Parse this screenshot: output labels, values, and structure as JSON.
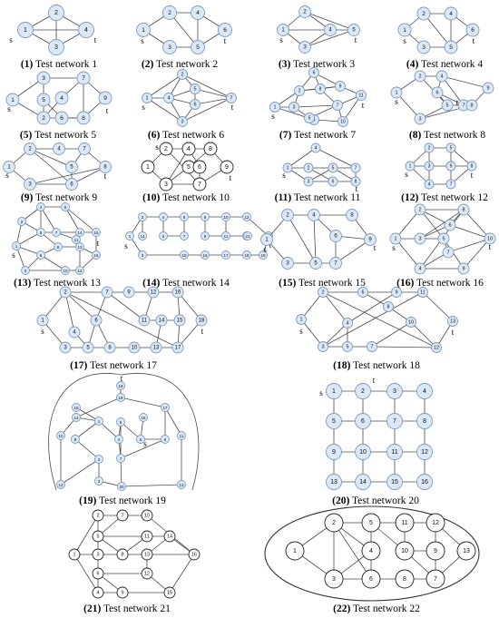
{
  "style": {
    "node_fill": "#dbe8f6",
    "node_stroke": "#7a9cc6",
    "edge_color": "#4a4a4a"
  },
  "panels": [
    {
      "id": 1,
      "caption_num": "(1)",
      "caption_text": "Test network 1",
      "nodes": [
        {
          "l": "1"
        },
        {
          "l": "2"
        },
        {
          "l": "3"
        },
        {
          "l": "4"
        }
      ],
      "s": "s",
      "t": "t"
    },
    {
      "id": 2,
      "caption_num": "(2)",
      "caption_text": "Test network 2",
      "nodes": [
        {
          "l": "1"
        },
        {
          "l": "2"
        },
        {
          "l": "3"
        },
        {
          "l": "4"
        },
        {
          "l": "5"
        },
        {
          "l": "6"
        }
      ],
      "s": "s",
      "t": "t"
    },
    {
      "id": 3,
      "caption_num": "(3)",
      "caption_text": "Test network 3",
      "nodes": [
        {
          "l": "1"
        },
        {
          "l": "2"
        },
        {
          "l": "3"
        },
        {
          "l": "4"
        },
        {
          "l": "5"
        }
      ],
      "s": "s",
      "t": "t"
    },
    {
      "id": 4,
      "caption_num": "(4)",
      "caption_text": "Test network 4",
      "nodes": [
        {
          "l": "1"
        },
        {
          "l": "2"
        },
        {
          "l": "3"
        },
        {
          "l": "4"
        },
        {
          "l": "5"
        },
        {
          "l": "6"
        }
      ],
      "s": "s",
      "t": "t"
    },
    {
      "id": 5,
      "caption_num": "(5)",
      "caption_text": "Test network 5",
      "nodes": [
        {
          "l": "1"
        },
        {
          "l": "2"
        },
        {
          "l": "3"
        },
        {
          "l": "4"
        },
        {
          "l": "5"
        },
        {
          "l": "6"
        },
        {
          "l": "7"
        },
        {
          "l": "8"
        },
        {
          "l": "9"
        }
      ],
      "s": "s",
      "t": "t"
    },
    {
      "id": 6,
      "caption_num": "(6)",
      "caption_text": "Test network 6",
      "nodes": [
        {
          "l": "1"
        },
        {
          "l": "2"
        },
        {
          "l": "3"
        },
        {
          "l": "4"
        },
        {
          "l": "5"
        },
        {
          "l": "6"
        },
        {
          "l": "7"
        }
      ],
      "s": "s",
      "t": "t"
    },
    {
      "id": 7,
      "caption_num": "(7)",
      "caption_text": "Test network 7",
      "nodes": [
        {
          "l": "1"
        },
        {
          "l": "2"
        },
        {
          "l": "3"
        },
        {
          "l": "4"
        },
        {
          "l": "5"
        },
        {
          "l": "6"
        },
        {
          "l": "7"
        },
        {
          "l": "8"
        },
        {
          "l": "9"
        },
        {
          "l": "10"
        },
        {
          "l": "11"
        }
      ],
      "s": "s",
      "t": "t"
    },
    {
      "id": 8,
      "caption_num": "(8)",
      "caption_text": "Test network 8",
      "nodes": [
        {
          "l": "1"
        },
        {
          "l": "2"
        },
        {
          "l": "3"
        },
        {
          "l": "4"
        },
        {
          "l": "5"
        },
        {
          "l": "6"
        },
        {
          "l": "7"
        },
        {
          "l": "8"
        },
        {
          "l": "9"
        }
      ],
      "s": "s",
      "t": "t"
    },
    {
      "id": 9,
      "caption_num": "(9)",
      "caption_text": "Test network 9",
      "nodes": [
        {
          "l": "1"
        },
        {
          "l": "2"
        },
        {
          "l": "3"
        },
        {
          "l": "4"
        },
        {
          "l": "5"
        },
        {
          "l": "6"
        },
        {
          "l": "7"
        },
        {
          "l": "8"
        }
      ],
      "s": "s",
      "t": "t"
    },
    {
      "id": 10,
      "caption_num": "(10)",
      "caption_text": "Test network 10",
      "nodes": [
        {
          "l": "1"
        },
        {
          "l": "2"
        },
        {
          "l": "3"
        },
        {
          "l": "4"
        },
        {
          "l": "5"
        },
        {
          "l": "6"
        },
        {
          "l": "7"
        },
        {
          "l": "8"
        },
        {
          "l": "9"
        }
      ],
      "s": "s",
      "t": "t"
    },
    {
      "id": 11,
      "caption_num": "(11)",
      "caption_text": "Test network 11",
      "nodes": [
        {
          "l": "1"
        },
        {
          "l": "2"
        },
        {
          "l": "3"
        },
        {
          "l": "4"
        },
        {
          "l": "5"
        },
        {
          "l": "6"
        },
        {
          "l": "7"
        },
        {
          "l": "8"
        }
      ],
      "s": "s",
      "t": "t"
    },
    {
      "id": 12,
      "caption_num": "(12)",
      "caption_text": "Test network 12",
      "nodes": [
        {
          "l": "1"
        },
        {
          "l": "2"
        },
        {
          "l": "3"
        },
        {
          "l": "4"
        },
        {
          "l": "5"
        },
        {
          "l": "6"
        },
        {
          "l": "7"
        },
        {
          "l": "8"
        },
        {
          "l": "9"
        }
      ],
      "s": "s",
      "t": "t"
    },
    {
      "id": 13,
      "caption_num": "(13)",
      "caption_text": "Test network 13",
      "nodes": [
        {
          "l": "1"
        },
        {
          "l": "2"
        },
        {
          "l": "3"
        },
        {
          "l": "4"
        },
        {
          "l": "5"
        },
        {
          "l": "6"
        },
        {
          "l": "7"
        },
        {
          "l": "8"
        },
        {
          "l": "9"
        },
        {
          "l": "10"
        },
        {
          "l": "11"
        },
        {
          "l": "12"
        },
        {
          "l": "13"
        },
        {
          "l": "14"
        },
        {
          "l": "15"
        },
        {
          "l": "16"
        }
      ],
      "s": "s",
      "t": "t"
    },
    {
      "id": 14,
      "caption_num": "(14)",
      "caption_text": "Test network 14",
      "nodes": [
        {
          "l": "1"
        },
        {
          "l": "2"
        },
        {
          "l": "3"
        },
        {
          "l": "4"
        },
        {
          "l": "5"
        },
        {
          "l": "6"
        },
        {
          "l": "7"
        },
        {
          "l": "8"
        },
        {
          "l": "9"
        },
        {
          "l": "10"
        },
        {
          "l": "11"
        },
        {
          "l": "12"
        },
        {
          "l": "13"
        },
        {
          "l": "14"
        },
        {
          "l": "15"
        },
        {
          "l": "16"
        },
        {
          "l": "17"
        },
        {
          "l": "18"
        },
        {
          "l": "19"
        },
        {
          "l": "20"
        },
        {
          "l": "21"
        }
      ],
      "s": "s",
      "t": "t"
    },
    {
      "id": 15,
      "caption_num": "(15)",
      "caption_text": "Test network 15",
      "nodes": [
        {
          "l": "1"
        },
        {
          "l": "2"
        },
        {
          "l": "3"
        },
        {
          "l": "4"
        },
        {
          "l": "5"
        },
        {
          "l": "6"
        },
        {
          "l": "7"
        },
        {
          "l": "8"
        },
        {
          "l": "9"
        }
      ],
      "s": "s",
      "t": "t"
    },
    {
      "id": 16,
      "caption_num": "(16)",
      "caption_text": "Test network 16",
      "nodes": [
        {
          "l": "1"
        },
        {
          "l": "2"
        },
        {
          "l": "3"
        },
        {
          "l": "4"
        },
        {
          "l": "5"
        },
        {
          "l": "6"
        },
        {
          "l": "7"
        },
        {
          "l": "8"
        },
        {
          "l": "9"
        },
        {
          "l": "10"
        }
      ],
      "s": "s",
      "t": "t"
    },
    {
      "id": 17,
      "caption_num": "(17)",
      "caption_text": "Test network 17",
      "nodes": [
        {
          "l": "1"
        },
        {
          "l": "2"
        },
        {
          "l": "3"
        },
        {
          "l": "4"
        },
        {
          "l": "5"
        },
        {
          "l": "6"
        },
        {
          "l": "7"
        },
        {
          "l": "8"
        },
        {
          "l": "9"
        },
        {
          "l": "10"
        },
        {
          "l": "11"
        },
        {
          "l": "12"
        },
        {
          "l": "13"
        },
        {
          "l": "14"
        },
        {
          "l": "15"
        },
        {
          "l": "16"
        },
        {
          "l": "17"
        },
        {
          "l": "18"
        }
      ],
      "s": "s",
      "t": "t"
    },
    {
      "id": 18,
      "caption_num": "(18)",
      "caption_text": "Test network 18",
      "nodes": [
        {
          "l": "1"
        },
        {
          "l": "2"
        },
        {
          "l": "3"
        },
        {
          "l": "4"
        },
        {
          "l": "5"
        },
        {
          "l": "6"
        },
        {
          "l": "7"
        },
        {
          "l": "8"
        },
        {
          "l": "9"
        },
        {
          "l": "10"
        },
        {
          "l": "11"
        },
        {
          "l": "12"
        },
        {
          "l": "13"
        }
      ],
      "s": "s",
      "t": "t"
    },
    {
      "id": 19,
      "caption_num": "(19)",
      "caption_text": "Test network 19",
      "nodes": [
        {
          "l": "1"
        },
        {
          "l": "2"
        },
        {
          "l": "3"
        },
        {
          "l": "4"
        },
        {
          "l": "5"
        },
        {
          "l": "6"
        },
        {
          "l": "7"
        },
        {
          "l": "8"
        },
        {
          "l": "9"
        },
        {
          "l": "10"
        },
        {
          "l": "11"
        },
        {
          "l": "12"
        },
        {
          "l": "13"
        },
        {
          "l": "14"
        },
        {
          "l": "15"
        },
        {
          "l": "16"
        },
        {
          "l": "17"
        },
        {
          "l": "18"
        },
        {
          "l": "19"
        },
        {
          "l": "20"
        }
      ],
      "s": "s",
      "t": "t"
    },
    {
      "id": 20,
      "caption_num": "(20)",
      "caption_text": "Test network 20",
      "nodes": [
        {
          "l": "1"
        },
        {
          "l": "2"
        },
        {
          "l": "3"
        },
        {
          "l": "4"
        },
        {
          "l": "5"
        },
        {
          "l": "6"
        },
        {
          "l": "7"
        },
        {
          "l": "8"
        },
        {
          "l": "9"
        },
        {
          "l": "10"
        },
        {
          "l": "11"
        },
        {
          "l": "12"
        },
        {
          "l": "13"
        },
        {
          "l": "14"
        },
        {
          "l": "15"
        },
        {
          "l": "16"
        }
      ],
      "s": "s",
      "t": "t"
    },
    {
      "id": 21,
      "caption_num": "(21)",
      "caption_text": "Test network 21",
      "nodes": [
        {
          "l": "1"
        },
        {
          "l": "2"
        },
        {
          "l": "3"
        },
        {
          "l": "4"
        },
        {
          "l": "5"
        },
        {
          "l": "6"
        },
        {
          "l": "7"
        },
        {
          "l": "8"
        },
        {
          "l": "9"
        },
        {
          "l": "10"
        },
        {
          "l": "11"
        },
        {
          "l": "12"
        },
        {
          "l": "13"
        },
        {
          "l": "14"
        },
        {
          "l": "15"
        },
        {
          "l": "16"
        }
      ]
    },
    {
      "id": 22,
      "caption_num": "(22)",
      "caption_text": "Test network 22",
      "nodes": [
        {
          "l": "1"
        },
        {
          "l": "2"
        },
        {
          "l": "3"
        },
        {
          "l": "4"
        },
        {
          "l": "5"
        },
        {
          "l": "6"
        },
        {
          "l": "7"
        },
        {
          "l": "8"
        },
        {
          "l": "9"
        },
        {
          "l": "10"
        },
        {
          "l": "11"
        },
        {
          "l": "12"
        },
        {
          "l": "13"
        }
      ]
    }
  ]
}
